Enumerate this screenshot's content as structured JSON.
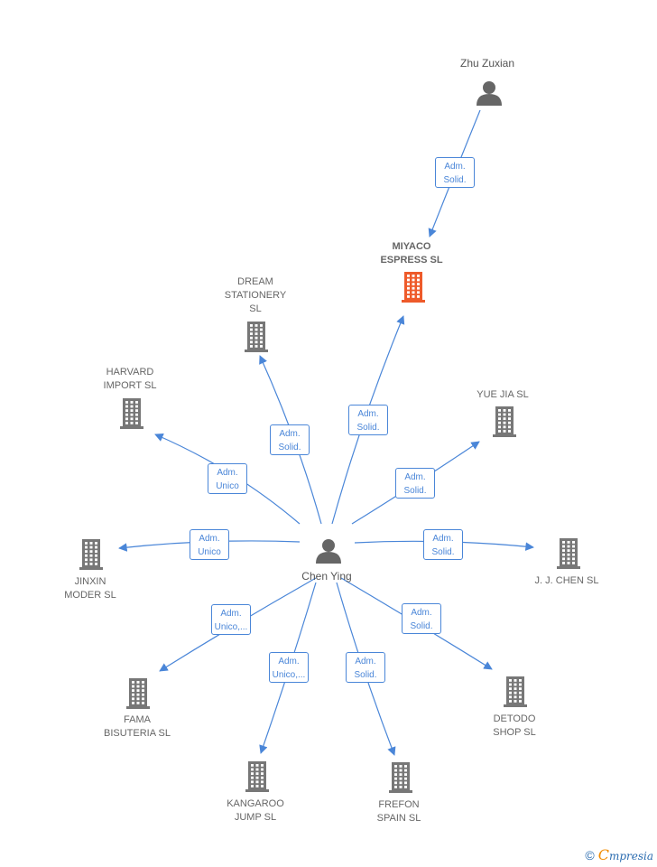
{
  "colors": {
    "edge": "#4a86d8",
    "company": "#777777",
    "company_highlight": "#ee5a2a",
    "person": "#666666"
  },
  "nodes": [
    {
      "id": "chen",
      "kind": "person",
      "label": "Chen Ying"
    },
    {
      "id": "zhu",
      "kind": "person",
      "label": "Zhu Zuxian"
    },
    {
      "id": "miyaco",
      "kind": "company",
      "highlight": true,
      "label": "MIYACO\nESPRESS SL"
    },
    {
      "id": "dream",
      "kind": "company",
      "label": "DREAM\nSTATIONERY\nSL"
    },
    {
      "id": "harvard",
      "kind": "company",
      "label": "HARVARD\nIMPORT SL"
    },
    {
      "id": "yuejia",
      "kind": "company",
      "label": "YUE JIA SL"
    },
    {
      "id": "jinxin",
      "kind": "company",
      "label": "JINXIN\nMODER SL"
    },
    {
      "id": "jjchen",
      "kind": "company",
      "label": "J. J. CHEN SL"
    },
    {
      "id": "fama",
      "kind": "company",
      "label": "FAMA\nBISUTERIA SL"
    },
    {
      "id": "detodo",
      "kind": "company",
      "label": "DETODO\nSHOP SL"
    },
    {
      "id": "kangaroo",
      "kind": "company",
      "label": "KANGAROO\nJUMP SL"
    },
    {
      "id": "frefon",
      "kind": "company",
      "label": "FREFON\nSPAIN SL"
    }
  ],
  "edges": [
    {
      "from": "zhu",
      "to": "miyaco",
      "label": "Adm.\nSolid."
    },
    {
      "from": "chen",
      "to": "miyaco",
      "label": "Adm.\nSolid."
    },
    {
      "from": "chen",
      "to": "dream",
      "label": "Adm.\nSolid."
    },
    {
      "from": "chen",
      "to": "harvard",
      "label": "Adm.\nUnico"
    },
    {
      "from": "chen",
      "to": "yuejia",
      "label": "Adm.\nSolid."
    },
    {
      "from": "chen",
      "to": "jinxin",
      "label": "Adm.\nUnico"
    },
    {
      "from": "chen",
      "to": "jjchen",
      "label": "Adm.\nSolid."
    },
    {
      "from": "chen",
      "to": "fama",
      "label": "Adm.\nUnico,..."
    },
    {
      "from": "chen",
      "to": "detodo",
      "label": "Adm.\nSolid."
    },
    {
      "from": "chen",
      "to": "kangaroo",
      "label": "Adm.\nUnico,..."
    },
    {
      "from": "chen",
      "to": "frefon",
      "label": "Adm.\nSolid."
    }
  ],
  "footer": {
    "copyright": "©",
    "brand_initial": "C",
    "brand_rest": "mpresia"
  }
}
